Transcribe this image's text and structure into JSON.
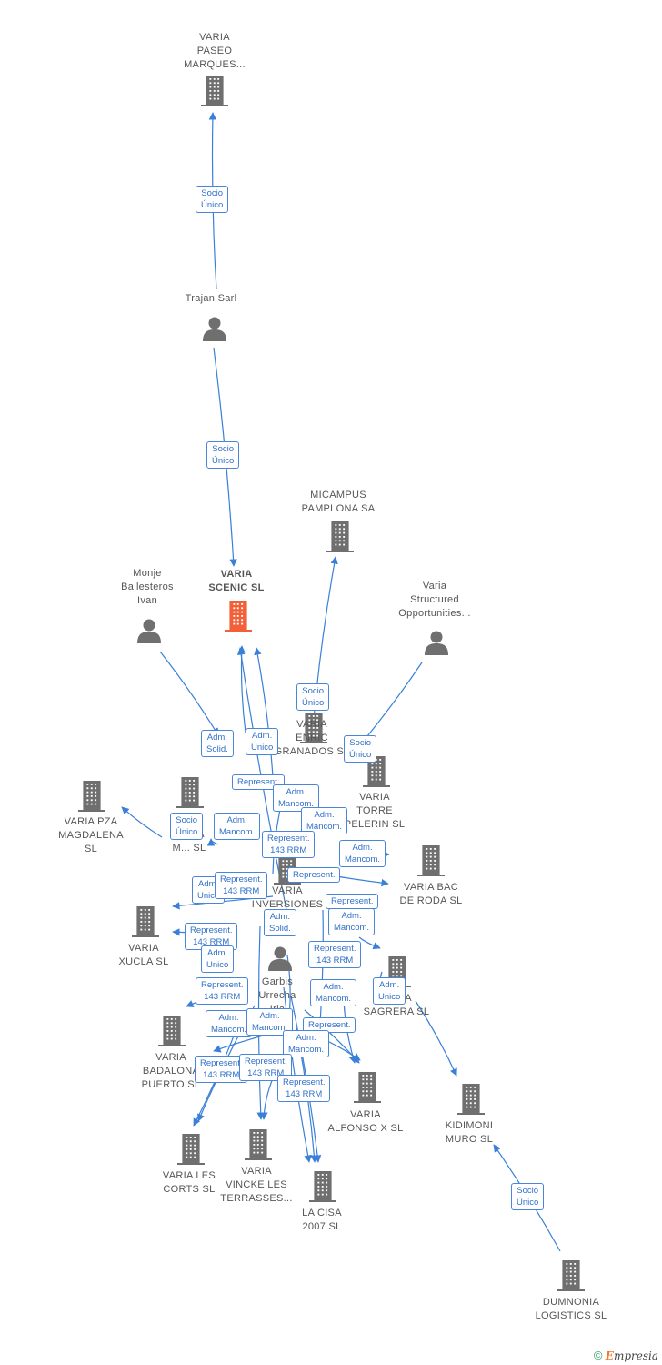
{
  "colors": {
    "edge": "#3a80d8",
    "edge_label_border": "#4a86d8",
    "edge_label_text": "#3070c8",
    "node_gray": "#6f6f6f",
    "node_center": "#f2603a",
    "label_text": "#555555"
  },
  "nodes": [
    {
      "id": "paseo",
      "type": "company",
      "label": [
        "VARIA",
        "PASEO",
        "MARQUES..."
      ]
    },
    {
      "id": "trajan",
      "type": "person",
      "label": [
        "Trajan Sarl"
      ]
    },
    {
      "id": "scenic",
      "type": "company-center",
      "label": [
        "VARIA",
        "SCENIC  SL"
      ]
    },
    {
      "id": "monje",
      "type": "person",
      "label": [
        "Monje",
        "Ballesteros",
        "Ivan"
      ]
    },
    {
      "id": "micampus",
      "type": "company",
      "label": [
        "MICAMPUS",
        "PAMPLONA SA"
      ]
    },
    {
      "id": "structured",
      "type": "person",
      "label": [
        "Varia",
        "Structured",
        "Opportunities..."
      ]
    },
    {
      "id": "enric",
      "type": "company",
      "label": [
        "VARIA",
        "ENRIC",
        "GRANADOS  SL"
      ]
    },
    {
      "id": "pza",
      "type": "company",
      "label": [
        "VARIA PZA",
        "MAGDALENA",
        "SL"
      ]
    },
    {
      "id": "mxx",
      "type": "company",
      "label": [
        "VARIA",
        "M...  SL"
      ]
    },
    {
      "id": "torre",
      "type": "company",
      "label": [
        "VARIA",
        "TORRE",
        "PELERIN  SL"
      ]
    },
    {
      "id": "bac",
      "type": "company",
      "label": [
        "VARIA BAC",
        "DE RODA  SL"
      ]
    },
    {
      "id": "inversiones",
      "type": "company",
      "label": [
        "VARIA",
        "INVERSIONES",
        "SL"
      ]
    },
    {
      "id": "xucla",
      "type": "company",
      "label": [
        "VARIA",
        "XUCLA  SL"
      ]
    },
    {
      "id": "garbis",
      "type": "person",
      "label": [
        "Garbis",
        "Urrecha",
        "Iria"
      ]
    },
    {
      "id": "sagrera",
      "type": "company",
      "label": [
        "VARIA",
        "SAGRERA  SL"
      ]
    },
    {
      "id": "badalona",
      "type": "company",
      "label": [
        "VARIA",
        "BADALONA",
        "PUERTO  SL"
      ]
    },
    {
      "id": "alfonso",
      "type": "company",
      "label": [
        "VARIA",
        "ALFONSO X  SL"
      ]
    },
    {
      "id": "kidimoni",
      "type": "company",
      "label": [
        "KIDIMONI",
        "MURO  SL"
      ]
    },
    {
      "id": "corts",
      "type": "company",
      "label": [
        "VARIA LES",
        "CORTS  SL"
      ]
    },
    {
      "id": "vincke",
      "type": "company",
      "label": [
        "VARIA",
        "VINCKE LES",
        "TERRASSES..."
      ]
    },
    {
      "id": "cisa",
      "type": "company",
      "label": [
        "LA CISA",
        "2007  SL"
      ]
    },
    {
      "id": "dumnonia",
      "type": "company",
      "label": [
        "DUMNONIA",
        "LOGISTICS  SL"
      ]
    }
  ],
  "edge_labels": [
    {
      "id": "l1",
      "text": [
        "Socio",
        "Único"
      ]
    },
    {
      "id": "l2",
      "text": [
        "Socio",
        "Único"
      ]
    },
    {
      "id": "l3",
      "text": [
        "Socio",
        "Único"
      ]
    },
    {
      "id": "l4",
      "text": [
        "Adm.",
        "Solid."
      ]
    },
    {
      "id": "l5",
      "text": [
        "Adm.",
        "Unico"
      ]
    },
    {
      "id": "l6",
      "text": [
        "Socio",
        "Único"
      ]
    },
    {
      "id": "l7",
      "text": [
        "Represent."
      ]
    },
    {
      "id": "l8",
      "text": [
        "Adm.",
        "Mancom."
      ]
    },
    {
      "id": "l9",
      "text": [
        "Socio",
        "Único"
      ]
    },
    {
      "id": "l10",
      "text": [
        "Adm.",
        "Mancom."
      ]
    },
    {
      "id": "l11",
      "text": [
        "Adm.",
        "Mancom."
      ]
    },
    {
      "id": "l12",
      "text": [
        "Represent.",
        "143 RRM"
      ]
    },
    {
      "id": "l13",
      "text": [
        "Adm.",
        "Mancom."
      ]
    },
    {
      "id": "l14",
      "text": [
        "Adm.",
        "Unico"
      ]
    },
    {
      "id": "l15",
      "text": [
        "Represent.",
        "143 RRM"
      ]
    },
    {
      "id": "l16",
      "text": [
        "Represent."
      ]
    },
    {
      "id": "l17",
      "text": [
        "Represent."
      ]
    },
    {
      "id": "l18",
      "text": [
        "Adm.",
        "Solid."
      ]
    },
    {
      "id": "l19",
      "text": [
        "Adm.",
        "Mancom."
      ]
    },
    {
      "id": "l20",
      "text": [
        "Represent.",
        "143 RRM"
      ]
    },
    {
      "id": "l21",
      "text": [
        "Adm.",
        "Unico"
      ]
    },
    {
      "id": "l22",
      "text": [
        "Represent.",
        "143 RRM"
      ]
    },
    {
      "id": "l23",
      "text": [
        "Represent.",
        "143 RRM"
      ]
    },
    {
      "id": "l24",
      "text": [
        "Adm.",
        "Mancom."
      ]
    },
    {
      "id": "l25",
      "text": [
        "Adm.",
        "Unico"
      ]
    },
    {
      "id": "l26",
      "text": [
        "Adm.",
        "Mancom."
      ]
    },
    {
      "id": "l27",
      "text": [
        "Adm.",
        "Mancom."
      ]
    },
    {
      "id": "l28",
      "text": [
        "Represent."
      ]
    },
    {
      "id": "l29",
      "text": [
        "Adm.",
        "Mancom."
      ]
    },
    {
      "id": "l30",
      "text": [
        "Represent.",
        "143 RRM"
      ]
    },
    {
      "id": "l31",
      "text": [
        "Represent.",
        "143 RRM"
      ]
    },
    {
      "id": "l32",
      "text": [
        "Represent.",
        "143 RRM"
      ]
    },
    {
      "id": "l33",
      "text": [
        "Socio",
        "Único"
      ]
    }
  ],
  "footer": {
    "copyright": "©",
    "brand_initial": "E",
    "brand_rest": "mpresia"
  }
}
